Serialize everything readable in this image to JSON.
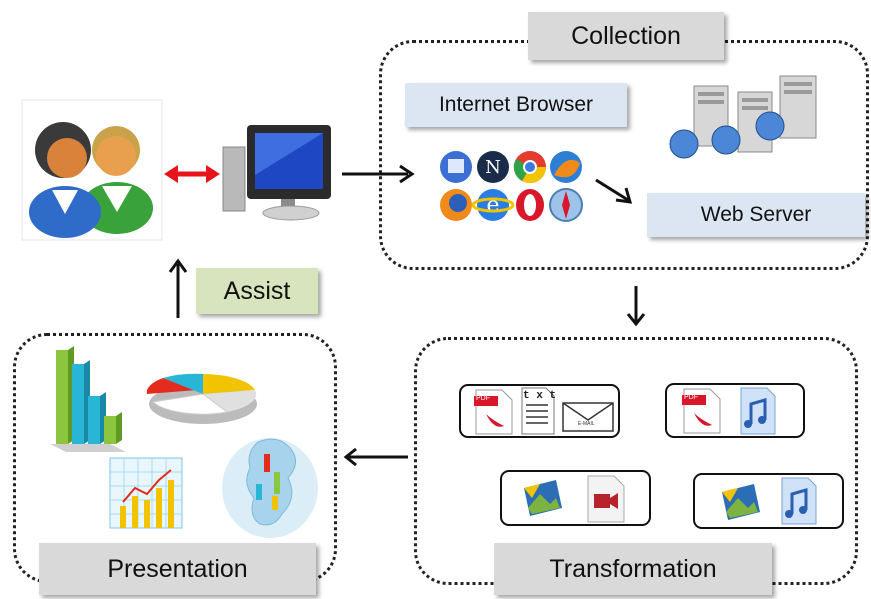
{
  "labels": {
    "collection": "Collection",
    "internet_browser": "Internet Browser",
    "web_server": "Web Server",
    "assist": "Assist",
    "presentation": "Presentation",
    "transformation": "Transformation"
  },
  "icons": {
    "users": "users-icon",
    "computer": "computer-monitor-icon",
    "browsers": "web-browsers-icon",
    "servers": "web-servers-icon",
    "pdf": "pdf-icon",
    "txt": "txt-icon",
    "email": "email-icon",
    "audio": "audio-icon",
    "image": "image-icon",
    "video": "video-icon"
  },
  "file_labels": {
    "pdf": "PDF",
    "txt": "t x t",
    "email": "E-MAIL"
  },
  "colors": {
    "label_grey": "#d9d9d9",
    "label_blue": "#dce6f2",
    "label_green": "#d7e4bd",
    "arrow_red": "#e8141b",
    "arrow_black": "#111111"
  }
}
